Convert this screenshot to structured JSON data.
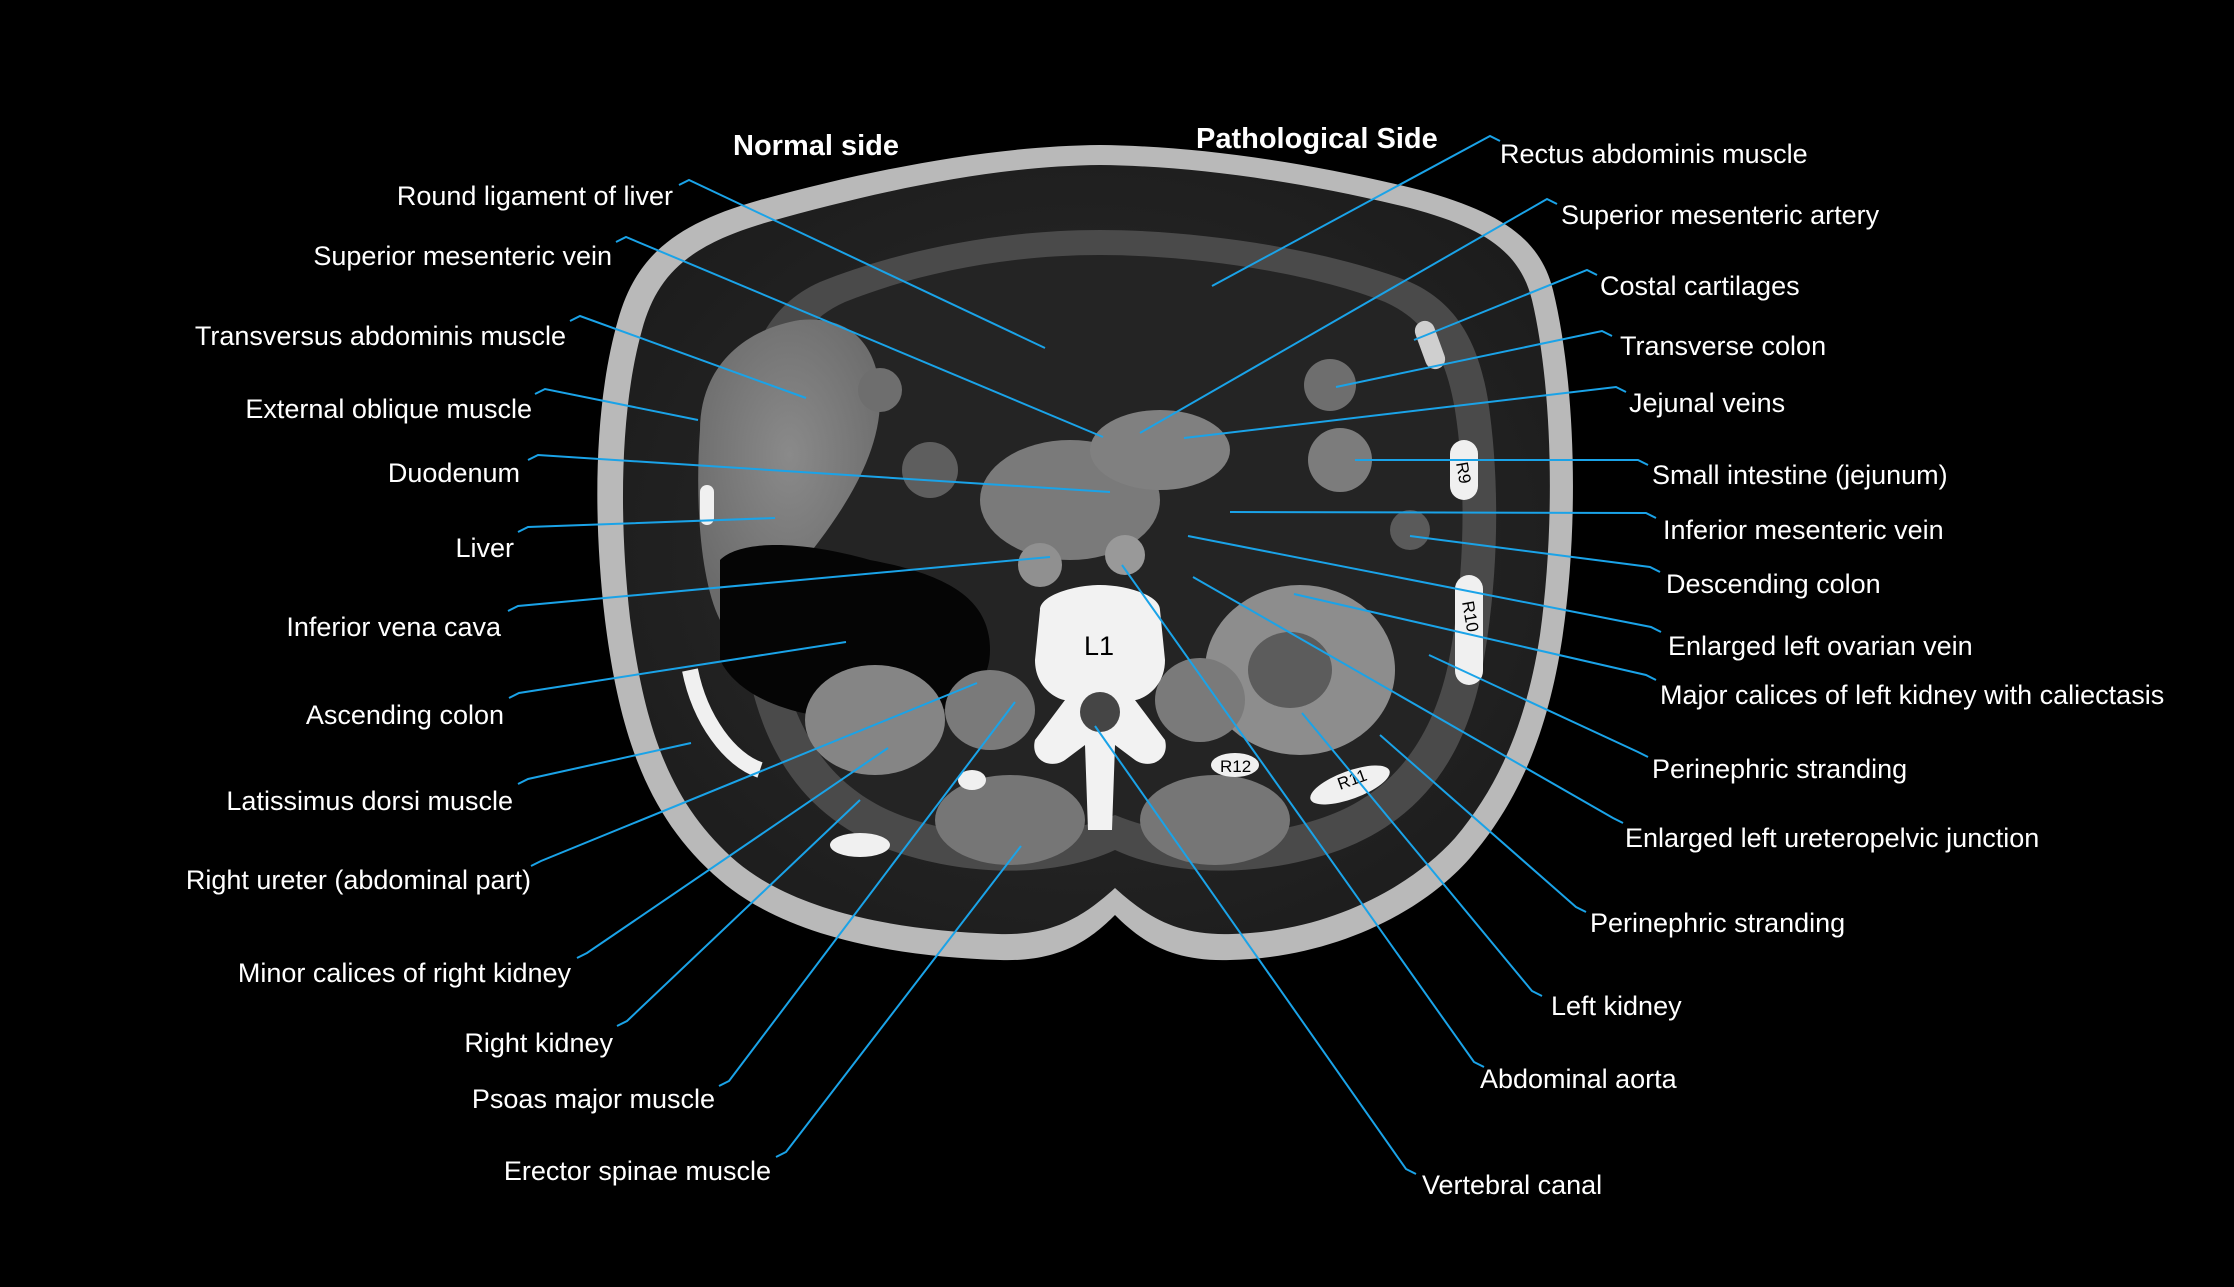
{
  "headers": {
    "normal": "Normal side",
    "pathological": "Pathological Side"
  },
  "scan_markers": {
    "vertebra": "L1",
    "ribs": [
      "R9",
      "R10",
      "R11",
      "R12"
    ]
  },
  "labels_left": [
    "Round ligament of liver",
    "Superior mesenteric vein",
    "Transversus abdominis muscle",
    "External oblique muscle",
    "Duodenum",
    "Liver",
    "Inferior vena cava",
    "Ascending colon",
    "Latissimus dorsi muscle",
    "Right ureter (abdominal part)",
    "Minor calices of right kidney",
    "Right kidney",
    "Psoas major muscle",
    "Erector spinae muscle"
  ],
  "labels_right": [
    "Rectus abdominis muscle",
    "Superior mesenteric artery",
    "Costal cartilages",
    "Transverse colon",
    "Jejunal veins",
    "Small intestine (jejunum)",
    "Inferior mesenteric vein",
    "Descending colon",
    "Enlarged left ovarian vein",
    "Major calices of left kidney with caliectasis",
    "Perinephric stranding",
    "Enlarged left ureteropelvic junction",
    "Perinephric stranding",
    "Left kidney",
    "Abdominal aorta",
    "Vertebral canal"
  ],
  "colors": {
    "background": "#000000",
    "leader_line": "#1aa3e8",
    "label_text": "#ffffff"
  }
}
